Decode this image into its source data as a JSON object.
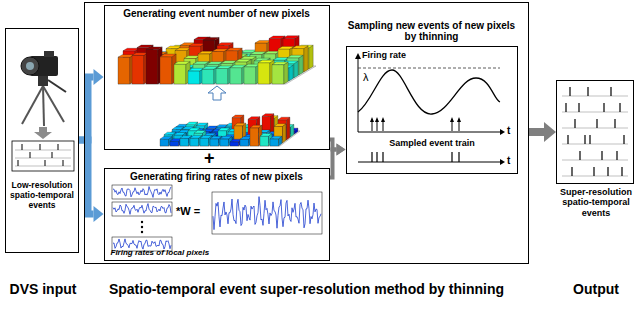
{
  "diagram": {
    "nodes": [
      {
        "text": [
          "Low-resolution spatio-temporal events",
          "DVS input"
        ]
      },
      {
        "text": [
          "Spatio-temporal event super-resolution method by thinning"
        ]
      },
      {
        "text": [
          "Generating event number of new pixels"
        ],
        "in": 1
      },
      {
        "text": [
          "Generating firing rates of new pixels",
          "Firing rates of local pixels"
        ],
        "in": 1
      },
      {
        "text": [
          "Sampling new events of new pixels by thinning"
        ],
        "in": 1
      },
      {
        "text": [
          "Super-resolution spatio-temporal events",
          "Output"
        ]
      }
    ],
    "edges": [
      {
        "from": 0,
        "to": 2,
        "arrow": "to"
      },
      {
        "from": 0,
        "to": 3,
        "arrow": "to"
      },
      {
        "from": 2,
        "to": 4,
        "arrow": "to"
      },
      {
        "from": 3,
        "to": 4,
        "arrow": "to"
      },
      {
        "from": 1,
        "to": 5,
        "arrow": "to"
      }
    ],
    "labels": [
      "+",
      "*W =",
      "Firing rate",
      "λ",
      "t",
      "Sampled event train",
      "t"
    ]
  }
}
